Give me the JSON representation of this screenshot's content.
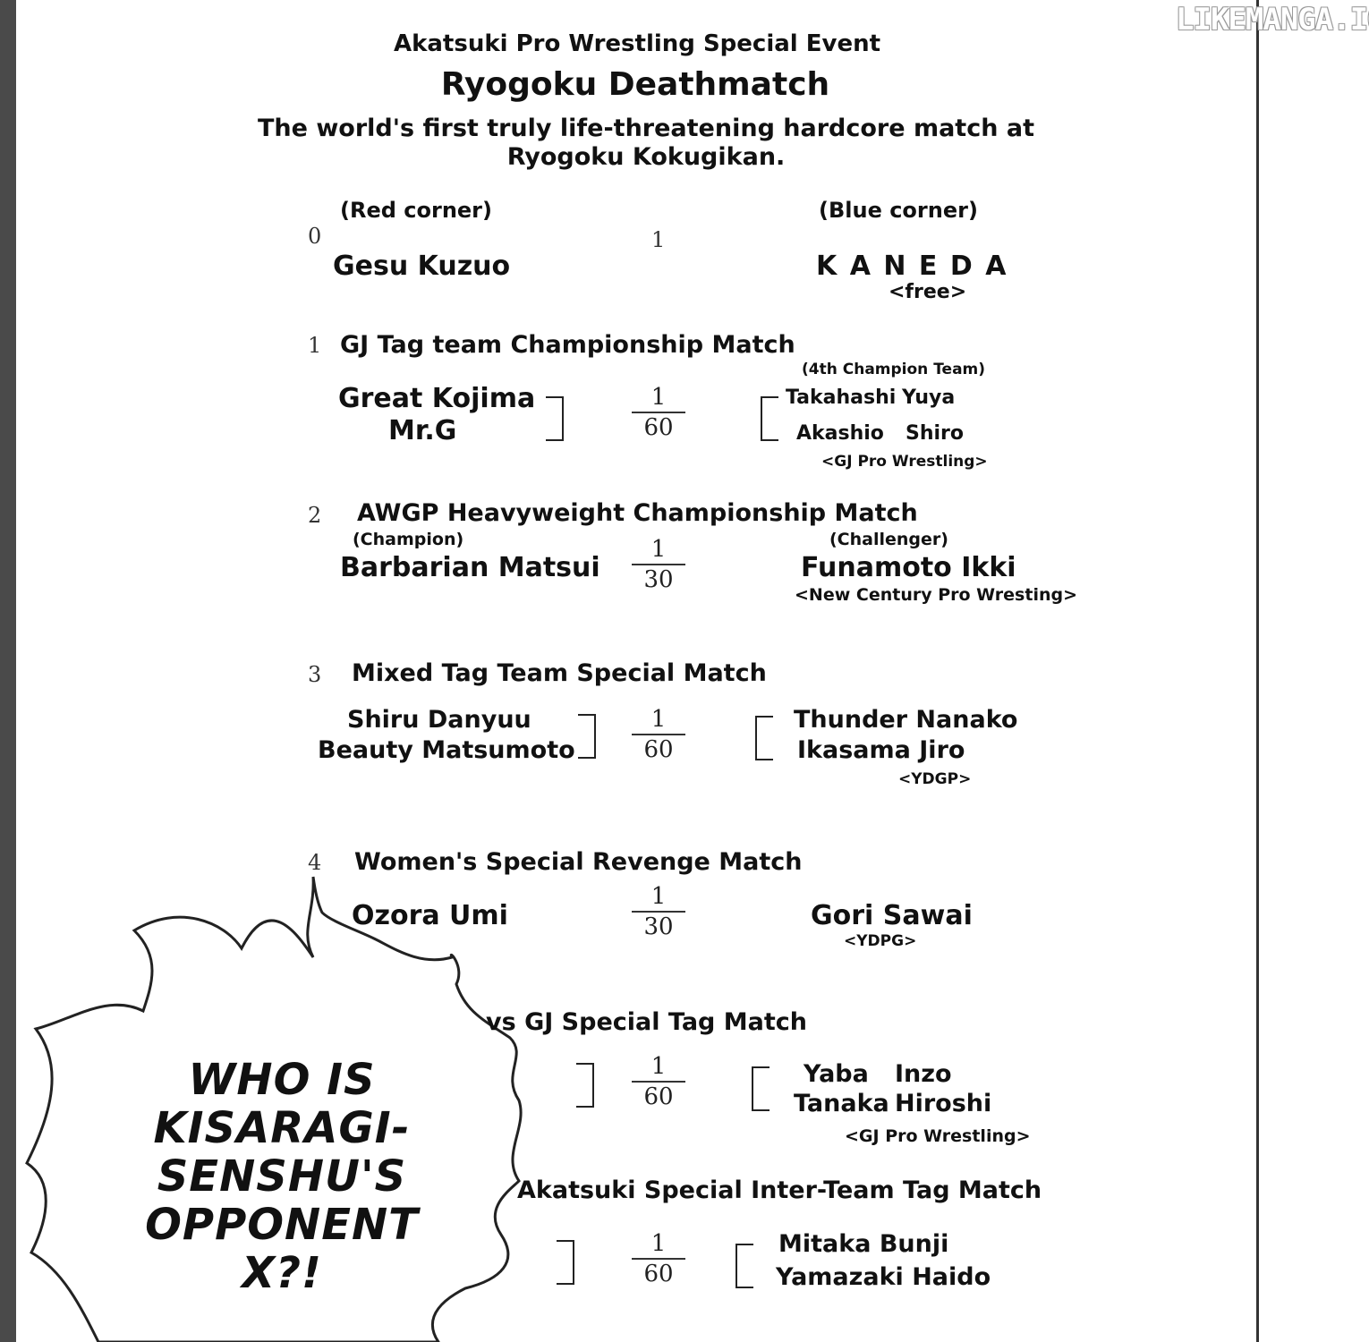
{
  "watermark": "LIKEMANGA.IO",
  "header": {
    "event": "Akatsuki Pro Wrestling Special Event",
    "title": "Ryogoku Deathmatch",
    "tagline_1": "The world's first truly life-threatening hardcore match at",
    "tagline_2": "Ryogoku Kokugikan."
  },
  "match0": {
    "num": "0",
    "red_label": "(Red corner)",
    "blue_label": "(Blue corner)",
    "red": "Gesu Kuzuo",
    "falls": "1",
    "blue": "K A N E D A",
    "blue_affil": "<free>"
  },
  "match1": {
    "num": "1",
    "title": "GJ Tag team Championship Match",
    "note": "(4th Champion Team)",
    "red_1": "Great Kojima",
    "red_2": "Mr.G",
    "frac_top": "1",
    "frac_bot": "60",
    "blue_1a": "Takahashi",
    "blue_1b": "Yuya",
    "blue_2a": "Akashio",
    "blue_2b": "Shiro",
    "affil": "<GJ Pro Wrestling>"
  },
  "match2": {
    "num": "2",
    "title": "AWGP Heavyweight Championship Match",
    "red_label": "(Champion)",
    "blue_label": "(Challenger)",
    "red": "Barbarian Matsui",
    "frac_top": "1",
    "frac_bot": "30",
    "blue": "Funamoto Ikki",
    "affil": "<New Century Pro Wresting>"
  },
  "match3": {
    "num": "3",
    "title": "Mixed Tag Team Special Match",
    "red_1": "Shiru Danyuu",
    "red_2": "Beauty Matsumoto",
    "frac_top": "1",
    "frac_bot": "60",
    "blue_1": "Thunder Nanako",
    "blue_2": "Ikasama Jiro",
    "affil": "<YDGP>"
  },
  "match4": {
    "num": "4",
    "title": "Women's Special Revenge Match",
    "red": "Ozora Umi",
    "frac_top": "1",
    "frac_bot": "30",
    "blue": "Gori Sawai",
    "affil": "<YDPG>"
  },
  "match5": {
    "title": "vs GJ Special Tag Match",
    "frac_top": "1",
    "frac_bot": "60",
    "blue_1a": "Yaba",
    "blue_1b": "Inzo",
    "blue_2a": "Tanaka",
    "blue_2b": "Hiroshi",
    "affil": "<GJ Pro Wrestling>"
  },
  "match6": {
    "title": "Akatsuki Special Inter-Team Tag Match",
    "frac_top": "1",
    "frac_bot": "60",
    "blue_1": "Mitaka Bunji",
    "blue_2": "Yamazaki Haido"
  },
  "bubble": {
    "line1": "WHO IS",
    "line2": "KISARAGI-",
    "line3": "SENSHU'S",
    "line4": "OPPONENT",
    "line5": "X?!"
  }
}
